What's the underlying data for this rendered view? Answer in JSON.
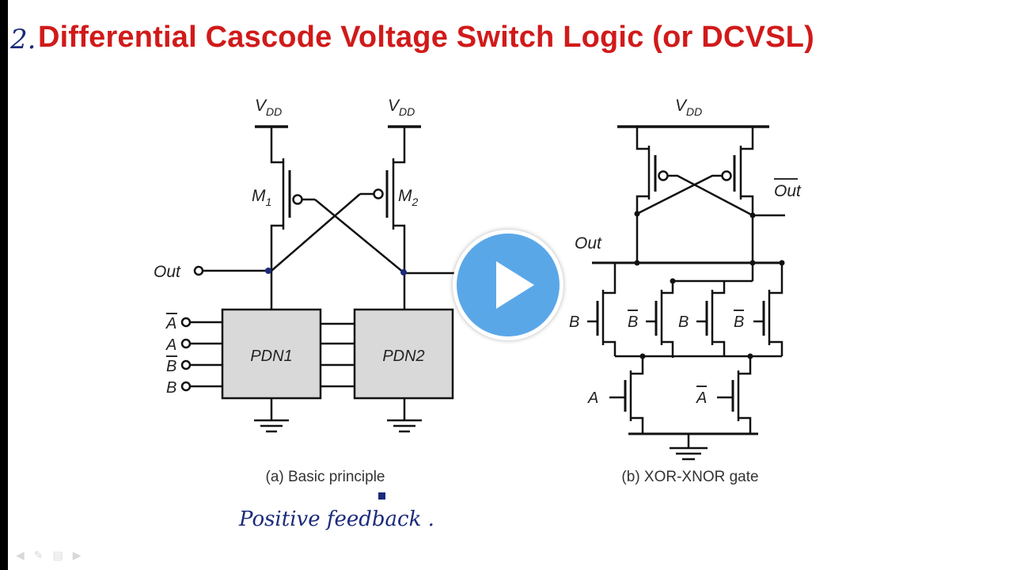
{
  "slide": {
    "number": "2.",
    "title": "Differential Cascode Voltage Switch Logic (or DCVSL)"
  },
  "left": {
    "vdd_main": "V",
    "vdd_sub": "DD",
    "m1_main": "M",
    "m1_sub": "1",
    "m2_main": "M",
    "m2_sub": "2",
    "out_label": "Out",
    "inputs": [
      "A",
      "A",
      "B",
      "B"
    ],
    "pdn1": "PDN1",
    "pdn2": "PDN2",
    "caption": "(a) Basic principle"
  },
  "right": {
    "vdd_main": "V",
    "vdd_sub": "DD",
    "out_label": "Out",
    "outbar_label": "Out",
    "b1": "B",
    "bbar1": "B",
    "b2": "B",
    "bbar2": "B",
    "a": "A",
    "abar": "A",
    "caption": "(b) XOR-XNOR gate"
  },
  "annotation": {
    "handwritten": "Positive feedback ."
  },
  "player": {
    "play_icon": "play-icon",
    "accent": "#5aa7e8"
  },
  "colors": {
    "title": "#d11a1a",
    "pdn_fill": "#d9d9d9",
    "ink": "#1b2a7a"
  }
}
